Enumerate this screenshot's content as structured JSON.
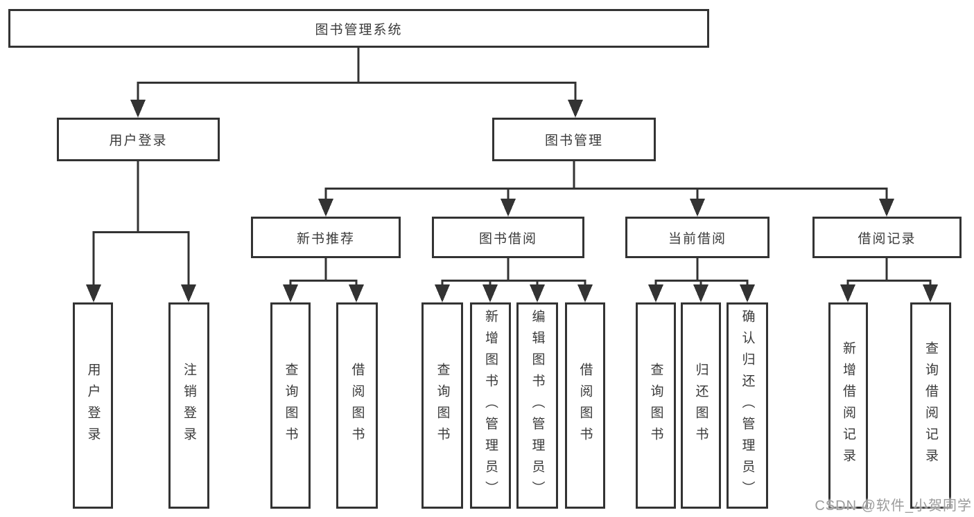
{
  "colors": {
    "line": "#333333",
    "box_border": "#333333",
    "box_fill": "#ffffff",
    "text": "#3a3a3a",
    "watermark": "#9b9b9b"
  },
  "tree": {
    "label": "图书管理系统",
    "children": [
      {
        "label": "用户登录",
        "children": [
          {
            "label": "用户登录"
          },
          {
            "label": "注销登录"
          }
        ]
      },
      {
        "label": "图书管理",
        "children": [
          {
            "label": "新书推荐",
            "children": [
              {
                "label": "查询图书"
              },
              {
                "label": "借阅图书"
              }
            ]
          },
          {
            "label": "图书借阅",
            "children": [
              {
                "label": "查询图书"
              },
              {
                "label": "新增图书（管理员）"
              },
              {
                "label": "编辑图书（管理员）"
              },
              {
                "label": "借阅图书"
              }
            ]
          },
          {
            "label": "当前借阅",
            "children": [
              {
                "label": "查询图书"
              },
              {
                "label": "归还图书"
              },
              {
                "label": "确认归还（管理员）"
              }
            ]
          },
          {
            "label": "借阅记录",
            "children": [
              {
                "label": "新增借阅记录"
              },
              {
                "label": "查询借阅记录"
              }
            ]
          }
        ]
      }
    ]
  },
  "watermark": {
    "text": "CSDN @软件_小贺同学"
  }
}
